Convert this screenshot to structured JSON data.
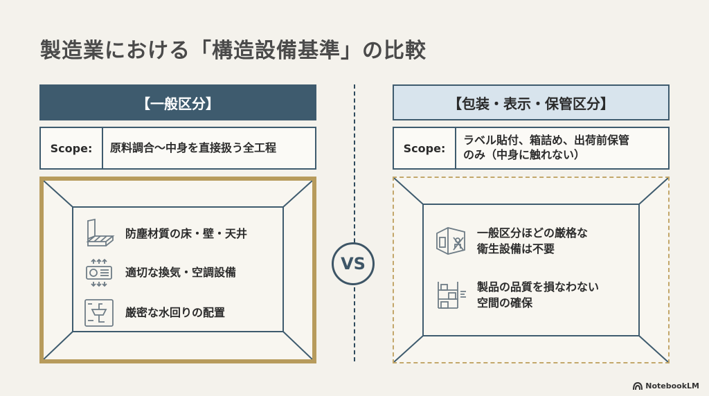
{
  "title": "製造業における「構造設備基準」の比較",
  "vs_label": "VS",
  "left": {
    "header": "【一般区分】",
    "scope_label": "Scope:",
    "scope_value": "原料調合〜中身を直接扱う全工程",
    "items": [
      {
        "icon": "tiled-floor-wall-icon",
        "text": "防塵材質の床・壁・天井"
      },
      {
        "icon": "air-conditioner-icon",
        "text": "適切な換気・空調設備"
      },
      {
        "icon": "sink-plumbing-blueprint-icon",
        "text": "厳密な水回りの配置"
      }
    ]
  },
  "right": {
    "header": "【包装・表示・保管区分】",
    "scope_label": "Scope:",
    "scope_value_lines": [
      "ラベル貼付、箱詰め、出荷前保管",
      "のみ（中身に触れない）"
    ],
    "items": [
      {
        "icon": "no-sanitary-room-icon",
        "lines": [
          "一般区分ほどの厳格な",
          "衛生設備は不要"
        ]
      },
      {
        "icon": "storage-shelf-icon",
        "lines": [
          "製品の品質を損なわない",
          "空間の確保"
        ]
      }
    ]
  },
  "brand": "NotebookLM",
  "colors": {
    "navy": "#3e5b6e",
    "gold": "#b79b5c",
    "light_blue": "#d8e4ed",
    "background": "#f4f2ec"
  }
}
